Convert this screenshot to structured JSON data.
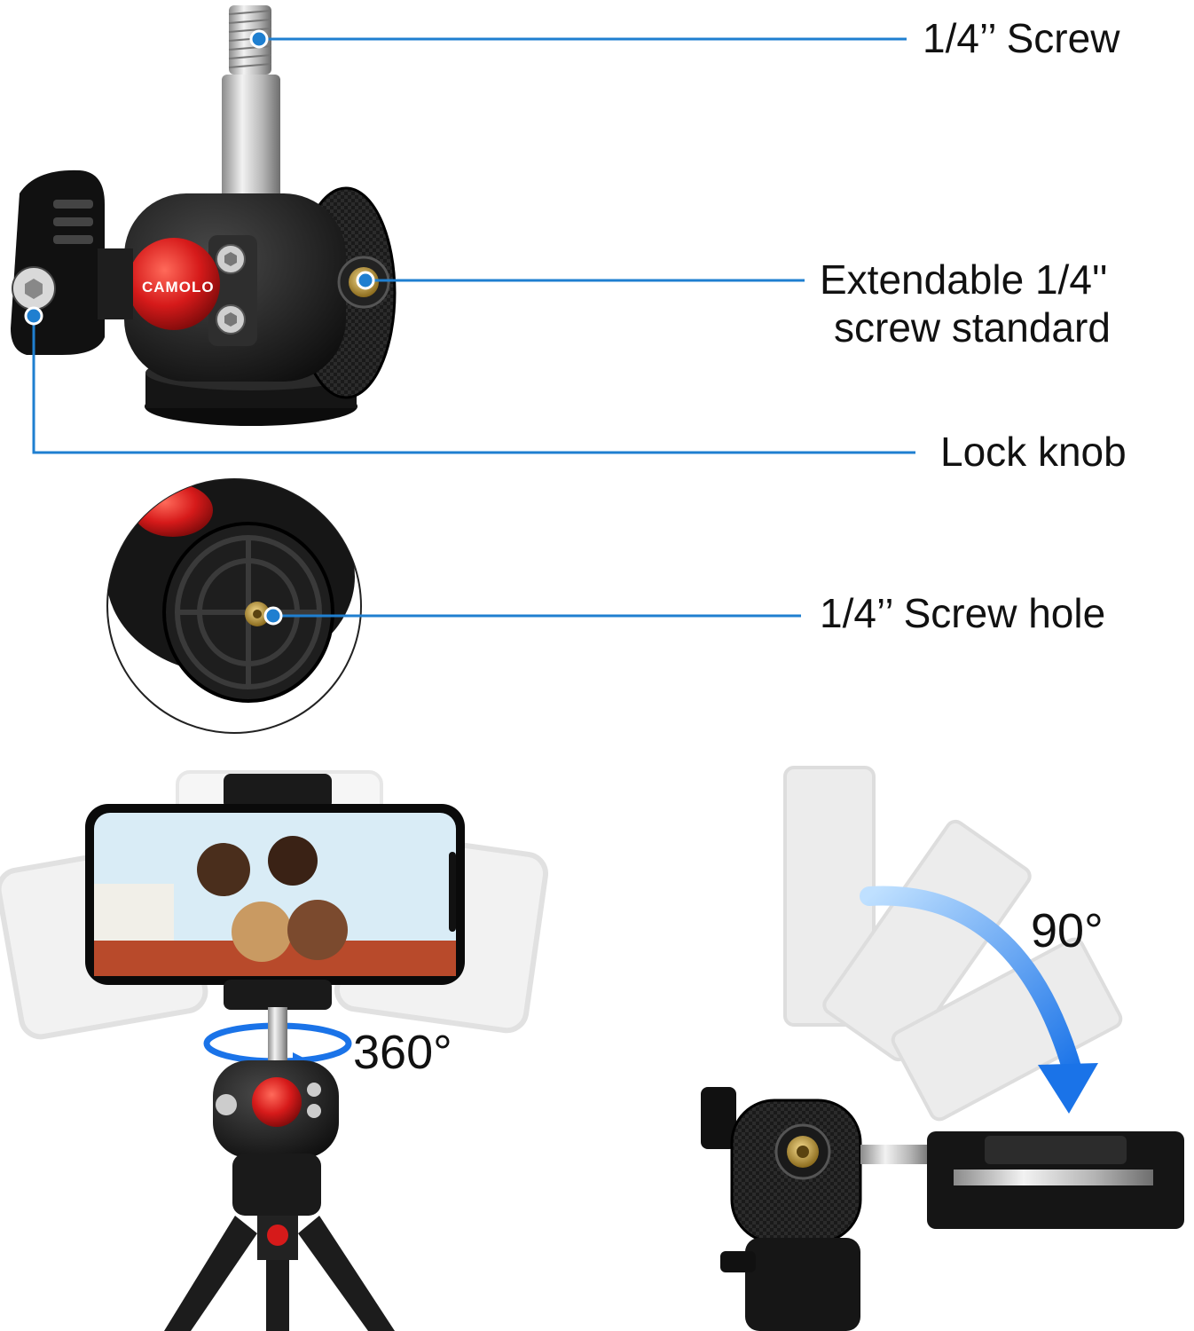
{
  "callouts": {
    "screw": "1/4’’ Screw",
    "extendable_line1": "Extendable 1/4''",
    "extendable_line2": "screw standard",
    "lock_knob": "Lock knob",
    "screw_hole": "1/4’’ Screw hole"
  },
  "rotation": {
    "horizontal": "360°",
    "vertical": "90°"
  },
  "brand": "CAMOLO",
  "colors": {
    "callout_line": "#1f7fd0",
    "accent_red": "#d61a1a",
    "arrow_blue": "#1a73e8"
  }
}
